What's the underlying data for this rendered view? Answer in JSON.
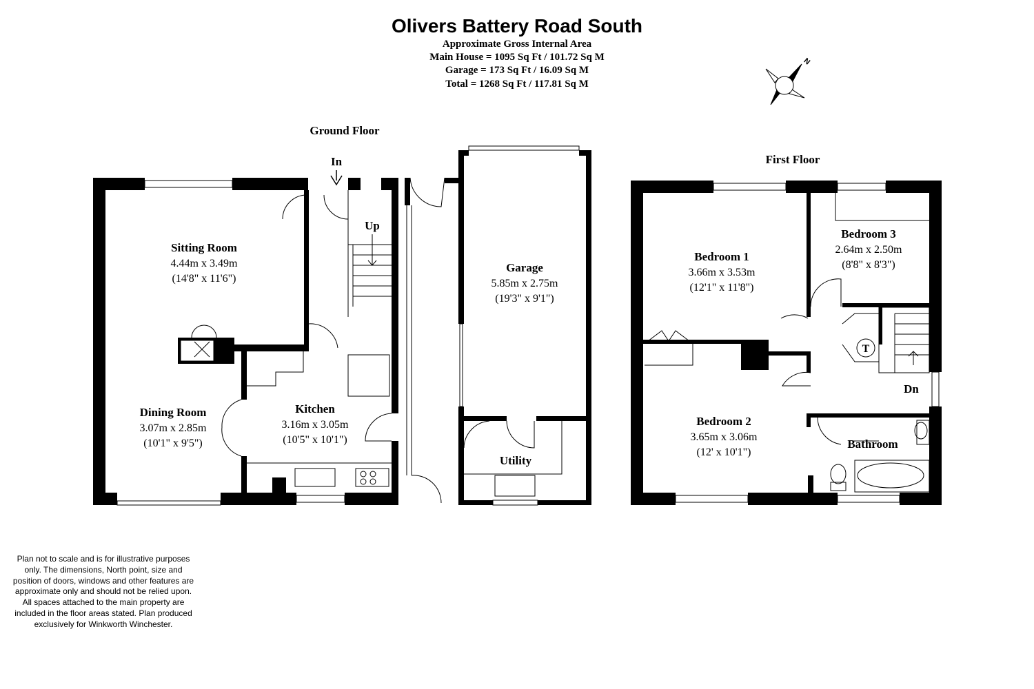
{
  "header": {
    "title": "Olivers Battery Road South",
    "subtitle": "Approximate Gross Internal Area",
    "main_house": "Main House = 1095 Sq Ft / 101.72 Sq M",
    "garage": "Garage = 173 Sq Ft / 16.09 Sq M",
    "total": "Total = 1268 Sq Ft / 117.81 Sq M"
  },
  "compass": {
    "north_label": "N"
  },
  "floors": {
    "ground": {
      "title": "Ground Floor",
      "entrance": "In",
      "stairs": "Up",
      "rooms": [
        {
          "name": "Sitting Room",
          "metric": "4.44m x 3.49m",
          "imperial": "(14'8\" x 11'6\")"
        },
        {
          "name": "Dining Room",
          "metric": "3.07m x 2.85m",
          "imperial": "(10'1\" x 9'5\")"
        },
        {
          "name": "Kitchen",
          "metric": "3.16m x 3.05m",
          "imperial": "(10'5\" x 10'1\")"
        },
        {
          "name": "Garage",
          "metric": "5.85m x 2.75m",
          "imperial": "(19'3\" x 9'1\")"
        },
        {
          "name": "Utility"
        }
      ]
    },
    "first": {
      "title": "First Floor",
      "stairs": "Dn",
      "tank": "T",
      "rooms": [
        {
          "name": "Bedroom 1",
          "metric": "3.66m x 3.53m",
          "imperial": "(12'1\" x 11'8\")"
        },
        {
          "name": "Bedroom 3",
          "metric": "2.64m x 2.50m",
          "imperial": "(8'8\" x 8'3\")"
        },
        {
          "name": "Bedroom 2",
          "metric": "3.65m x 3.06m",
          "imperial": "(12' x 10'1\")"
        },
        {
          "name": "Bathroom"
        }
      ]
    }
  },
  "disclaimer": "Plan not to scale and is for illustrative purposes only. The dimensions, North point, size and position of doors, windows and other features are approximate only and should not be relied upon. All spaces attached to the main property are included in the floor areas stated. Plan produced exclusively for Winkworth Winchester."
}
